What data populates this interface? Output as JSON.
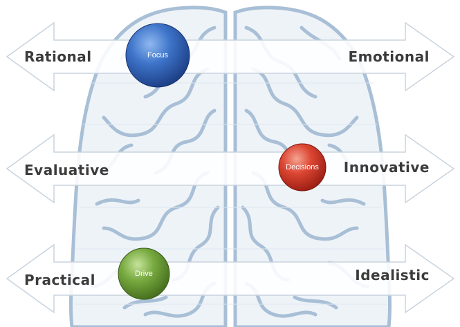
{
  "colors": {
    "brain_outline": "#a8bfd6",
    "brain_fill": "#eef3f8",
    "arrow_fill": "#ffffff",
    "arrow_stroke": "#c9d3dd",
    "label_text": "#3b3b3b",
    "focus_ball": "#2f5fb3",
    "decisions_ball": "#d23a2a",
    "drive_ball": "#6a9a37"
  },
  "scales": [
    {
      "id": "row-1",
      "left_label": "Rational",
      "right_label": "Emotional"
    },
    {
      "id": "row-2",
      "left_label": "Evaluative",
      "right_label": "Innovative"
    },
    {
      "id": "row-3",
      "left_label": "Practical",
      "right_label": "Idealistic"
    }
  ],
  "markers": [
    {
      "id": "focus",
      "label": "Focus",
      "color": "blue"
    },
    {
      "id": "decisions",
      "label": "Decisions",
      "color": "red"
    },
    {
      "id": "drive",
      "label": "Drive",
      "color": "green"
    }
  ]
}
